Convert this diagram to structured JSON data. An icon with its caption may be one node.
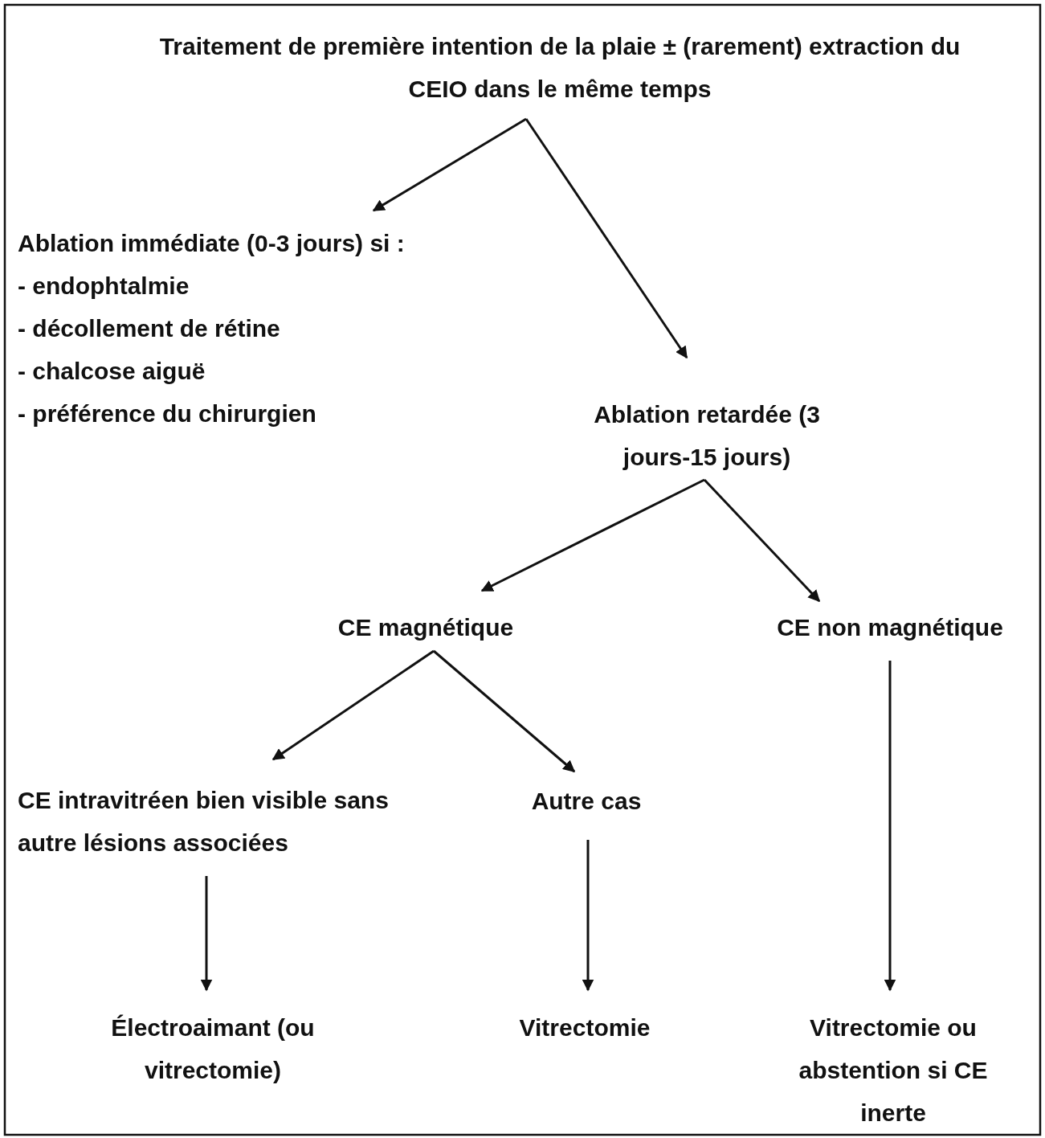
{
  "diagram": {
    "nodes": [
      {
        "text": [
          "Traitement de première intention de la plaie ± (rarement) extraction du CEIO dans le même temps"
        ]
      },
      {
        "text": [
          "Ablation immédiate (0-3 jours) si :",
          "- endophtalmie",
          "- décollement de rétine",
          "- chalcose aiguë",
          "- préférence du chirurgien"
        ]
      },
      {
        "text": [
          "Ablation retardée (3 jours-15 jours)"
        ]
      },
      {
        "text": [
          "CE magnétique"
        ]
      },
      {
        "text": [
          "CE non magnétique"
        ]
      },
      {
        "text": [
          "CE intravitréen bien visible sans autre lésions associées"
        ]
      },
      {
        "text": [
          "Autre cas"
        ]
      },
      {
        "text": [
          "Électroaimant (ou vitrectomie)"
        ]
      },
      {
        "text": [
          "Vitrectomie"
        ]
      },
      {
        "text": [
          "Vitrectomie ou abstention si CE inerte"
        ]
      }
    ],
    "edges": [
      {
        "from": 0,
        "to": 1,
        "arrow": "to"
      },
      {
        "from": 0,
        "to": 2,
        "arrow": "to"
      },
      {
        "from": 2,
        "to": 3,
        "arrow": "to"
      },
      {
        "from": 2,
        "to": 4,
        "arrow": "to"
      },
      {
        "from": 3,
        "to": 5,
        "arrow": "to"
      },
      {
        "from": 3,
        "to": 6,
        "arrow": "to"
      },
      {
        "from": 5,
        "to": 7,
        "arrow": "to"
      },
      {
        "from": 6,
        "to": 8,
        "arrow": "to"
      },
      {
        "from": 4,
        "to": 9,
        "arrow": "to"
      }
    ]
  }
}
